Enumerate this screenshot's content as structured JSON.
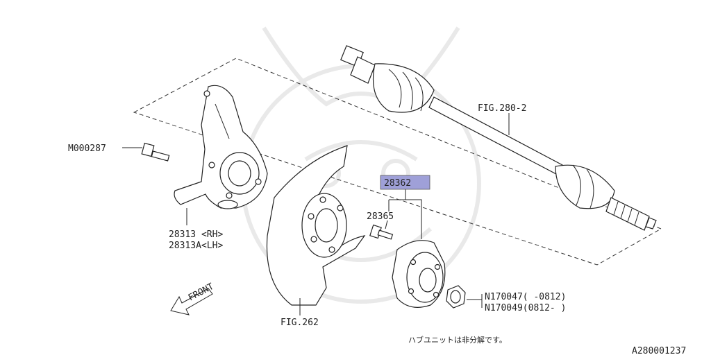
{
  "labels": {
    "m000287": "M000287",
    "fig_280_2": "FIG.280-2",
    "p28362": "28362",
    "p28365": "28365",
    "p28313": "28313 <RH>",
    "p28313a": "28313A<LH>",
    "n170047": "N170047( -0812)",
    "n170049": "N170049(0812- )",
    "front": "FRONT",
    "fig_262": "FIG.262",
    "note": "ハブユニットは非分解です。",
    "diagram_id": "A280001237"
  },
  "colors": {
    "highlight": "#9fa0d8",
    "line": "#222222",
    "watermark": "#e9e9e9"
  }
}
